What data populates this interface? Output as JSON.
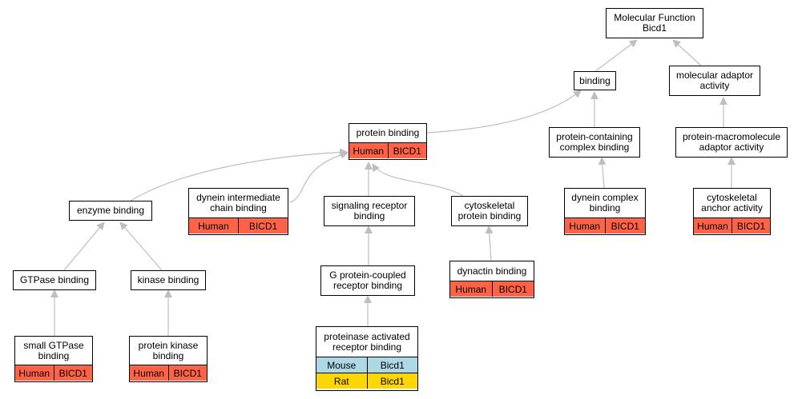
{
  "colors": {
    "human": "#FF6347",
    "mouse": "#ADD8E6",
    "rat": "#FFD700",
    "edge": "#BEBEBE"
  },
  "nodes": {
    "root": {
      "lines": [
        "Molecular Function",
        "Bicd1"
      ]
    },
    "binding": {
      "lines": [
        "binding"
      ]
    },
    "adaptor": {
      "lines": [
        "molecular adaptor",
        "activity"
      ]
    },
    "protein_binding": {
      "lines": [
        "protein binding"
      ],
      "rows": [
        [
          "Human",
          "BICD1"
        ]
      ]
    },
    "complex_binding": {
      "lines": [
        "protein-containing",
        "complex binding"
      ]
    },
    "macromolecule_adaptor": {
      "lines": [
        "protein-macromolecule",
        "adaptor activity"
      ]
    },
    "enzyme_binding": {
      "lines": [
        "enzyme binding"
      ]
    },
    "dynein_ic_binding": {
      "lines": [
        "dynein intermediate",
        "chain binding"
      ],
      "rows": [
        [
          "Human",
          "BICD1"
        ]
      ]
    },
    "signaling_receptor": {
      "lines": [
        "signaling receptor",
        "binding"
      ]
    },
    "cytoskeletal_binding": {
      "lines": [
        "cytoskeletal",
        "protein binding"
      ]
    },
    "dynein_complex": {
      "lines": [
        "dynein complex",
        "binding"
      ],
      "rows": [
        [
          "Human",
          "BICD1"
        ]
      ]
    },
    "cytoskeletal_anchor": {
      "lines": [
        "cytoskeletal",
        "anchor activity"
      ],
      "rows": [
        [
          "Human",
          "BICD1"
        ]
      ]
    },
    "gtpase_binding": {
      "lines": [
        "GTPase binding"
      ]
    },
    "kinase_binding": {
      "lines": [
        "kinase binding"
      ]
    },
    "gpcr_binding": {
      "lines": [
        "G protein-coupled",
        "receptor binding"
      ]
    },
    "dynactin_binding": {
      "lines": [
        "dynactin binding"
      ],
      "rows": [
        [
          "Human",
          "BICD1"
        ]
      ]
    },
    "small_gtpase": {
      "lines": [
        "small GTPase",
        "binding"
      ],
      "rows": [
        [
          "Human",
          "BICD1"
        ]
      ]
    },
    "protein_kinase": {
      "lines": [
        "protein kinase",
        "binding"
      ],
      "rows": [
        [
          "Human",
          "BICD1"
        ]
      ]
    },
    "proteinase_receptor": {
      "lines": [
        "proteinase activated",
        "receptor binding"
      ],
      "rows": [
        [
          "Mouse",
          "Bicd1"
        ],
        [
          "Rat",
          "Bicd1"
        ]
      ]
    }
  }
}
